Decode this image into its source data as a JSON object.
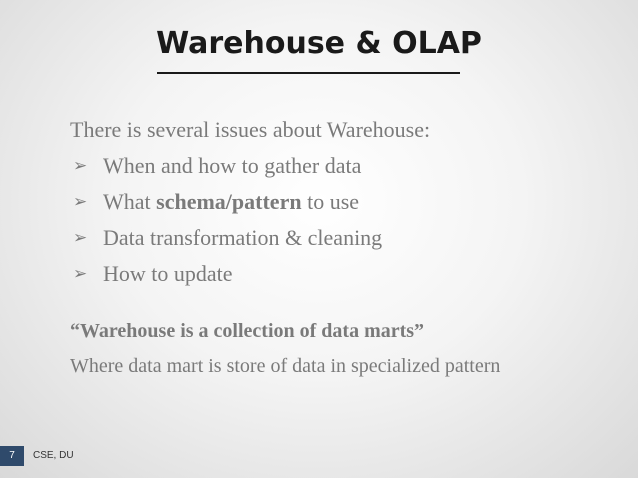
{
  "slide": {
    "title": "Warehouse & OLAP",
    "intro": "There is several issues about Warehouse:",
    "bullets": [
      {
        "icon": "arrow-bullet-icon",
        "text_before": "When and how to gather data",
        "bold": "",
        "text_after": ""
      },
      {
        "icon": "arrow-bullet-icon",
        "text_before": "What ",
        "bold": "schema/pattern",
        "text_after": " to use"
      },
      {
        "icon": "arrow-bullet-icon",
        "text_before": "Data transformation & cleaning",
        "bold": "",
        "text_after": ""
      },
      {
        "icon": "arrow-bullet-icon",
        "text_before": "How to update",
        "bold": "",
        "text_after": ""
      }
    ],
    "quote": "“Warehouse is a collection of data marts”",
    "description": "Where data mart is store of data in specialized pattern"
  },
  "footer": {
    "slide_number": "7",
    "text": "CSE, DU"
  },
  "colors": {
    "title": "#1a1a1a",
    "body_text": "#7a7a7a",
    "slide_number_bg": "#2f4a6b"
  }
}
